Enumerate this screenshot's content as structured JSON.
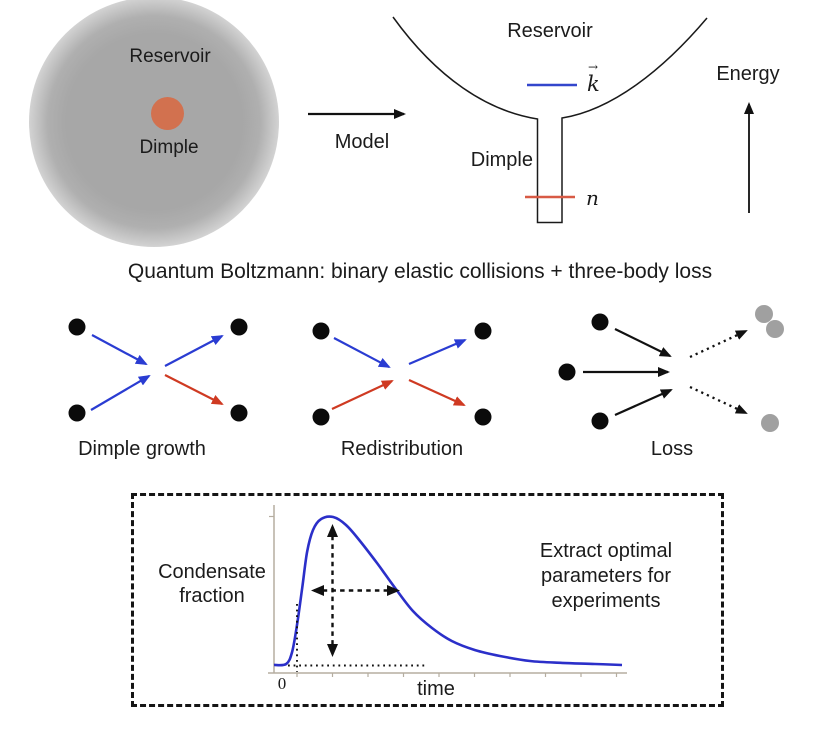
{
  "top_left": {
    "reservoir_label": "Reservoir",
    "dimple_label": "Dimple"
  },
  "model_arrow": {
    "label": "Model"
  },
  "potential": {
    "reservoir_label": "Reservoir",
    "dimple_label": "Dimple",
    "k_label": "k",
    "vector_arrow_glyph": "→",
    "n_label": "n",
    "energy_label": "Energy"
  },
  "section_title": "Quantum Boltzmann: binary elastic collisions + three-body loss",
  "processes": [
    {
      "label": "Dimple growth"
    },
    {
      "label": "Redistribution"
    },
    {
      "label": "Loss"
    }
  ],
  "bottom_panel": {
    "ylabel_line1": "Condensate",
    "ylabel_line2": "fraction",
    "origin_label": "0",
    "xlabel": "time",
    "note_line1": "Extract optimal",
    "note_line2": "parameters for",
    "note_line3": "experiments"
  },
  "colors": {
    "accent_blue": "#2a3cd2",
    "accent_red": "#cf3a22",
    "curve_blue": "#2b2fc9",
    "level_blue": "#3346cc",
    "level_red": "#d85a45",
    "reservoir_gray": "#a7a7a7",
    "dimple_orange": "#d2714f",
    "loss_gray": "#a0a0a0",
    "axis_gray": "#b5ada0",
    "ink_black": "#111111"
  },
  "chart_data": {
    "type": "line",
    "title": "",
    "xlabel": "time",
    "ylabel": "Condensate fraction",
    "x_tick_labels": [
      "0"
    ],
    "legend": [],
    "grid": false,
    "xlim_norm": [
      0,
      1
    ],
    "ylim_norm": [
      0,
      1
    ],
    "x": [
      0,
      0.035,
      0.052,
      0.066,
      0.081,
      0.095,
      0.112,
      0.135,
      0.17,
      0.207,
      0.247,
      0.296,
      0.348,
      0.399,
      0.454,
      0.511,
      0.578,
      0.649,
      0.736,
      0.828,
      0.922,
      1.0
    ],
    "y": [
      0,
      0.007,
      0.088,
      0.27,
      0.52,
      0.764,
      0.912,
      0.986,
      1.0,
      0.946,
      0.838,
      0.689,
      0.52,
      0.365,
      0.25,
      0.162,
      0.101,
      0.061,
      0.027,
      0.014,
      0.007,
      0
    ],
    "annotations": [
      "vertical dashed double-arrow marks peak condensate fraction at peak time",
      "horizontal dashed double-arrow marks curve width around the peak",
      "dotted vertical line marks condensation onset time",
      "dotted horizontal baseline under the peak arrow"
    ]
  }
}
